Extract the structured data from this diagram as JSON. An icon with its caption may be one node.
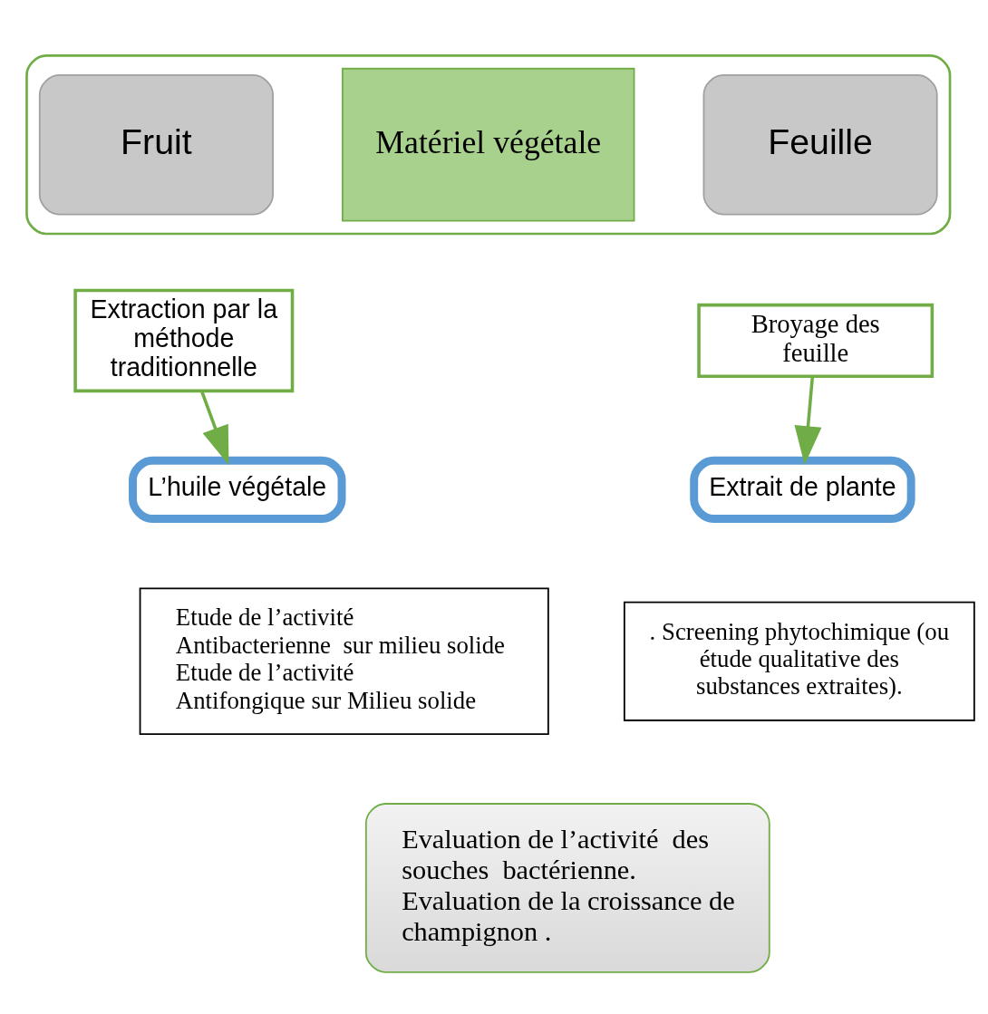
{
  "diagram": {
    "nodes": [
      {
        "text": [],
        "shape": "box"
      },
      {
        "text": [
          "Fruit"
        ],
        "in": 0
      },
      {
        "text": [
          "Matériel végétale"
        ],
        "in": 0
      },
      {
        "text": [
          "Feuille"
        ],
        "in": 0
      },
      {
        "text": [
          "Extraction par la méthode traditionnelle"
        ]
      },
      {
        "text": [
          "Broyage des feuille"
        ]
      },
      {
        "text": [
          "L’huile végétale"
        ]
      },
      {
        "text": [
          "Extrait de plante"
        ]
      },
      {
        "text": [
          "Etude de l’activité",
          "Antibacterienne  sur milieu solide",
          "Etude de l’activité",
          "Antifongique sur Milieu solide"
        ]
      },
      {
        "text": [
          ". Screening phytochimique (ou étude qualitative des substances extraites)."
        ]
      },
      {
        "text": [
          "Evaluation de l’activité  des souches  bactérienne.",
          "Evaluation de la croissance de champignon ."
        ]
      }
    ],
    "edges": [
      {
        "from": 4,
        "to": 6,
        "arrow": "to"
      },
      {
        "from": 5,
        "to": 7,
        "arrow": "to"
      }
    ]
  }
}
